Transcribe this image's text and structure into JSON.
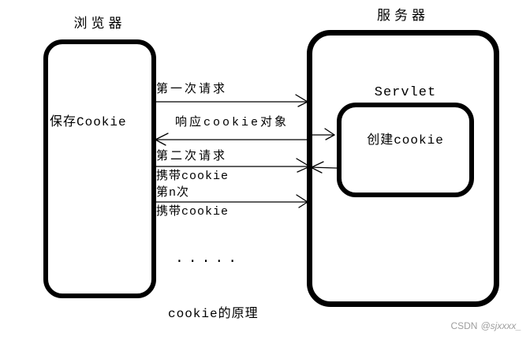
{
  "page": {
    "caption": "cookie的原理",
    "ellipsis": "....."
  },
  "nodes": {
    "browser": {
      "title": "浏览器",
      "body": "保存Cookie"
    },
    "server": {
      "title": "服务器"
    },
    "servlet": {
      "title": "Servlet",
      "body": "创建cookie"
    }
  },
  "messages": [
    {
      "label": "第一次请求",
      "from": "browser",
      "to": "server"
    },
    {
      "label": "响应cookie对象",
      "from": "server",
      "to": "browser"
    },
    {
      "label": "第二次请求",
      "from": "browser",
      "to": "server"
    },
    {
      "label": "携带cookie",
      "from": "browser",
      "to": "server"
    },
    {
      "label": "第n次",
      "from": "browser",
      "to": "server"
    },
    {
      "label": "携带cookie",
      "from": "browser",
      "to": "server"
    }
  ],
  "watermark": {
    "site": "CSDN",
    "handle": "@sjxxxx_"
  },
  "colors": {
    "line": "#000000",
    "text": "#000000",
    "watermark": "#9e9e9e",
    "background": "#ffffff"
  }
}
